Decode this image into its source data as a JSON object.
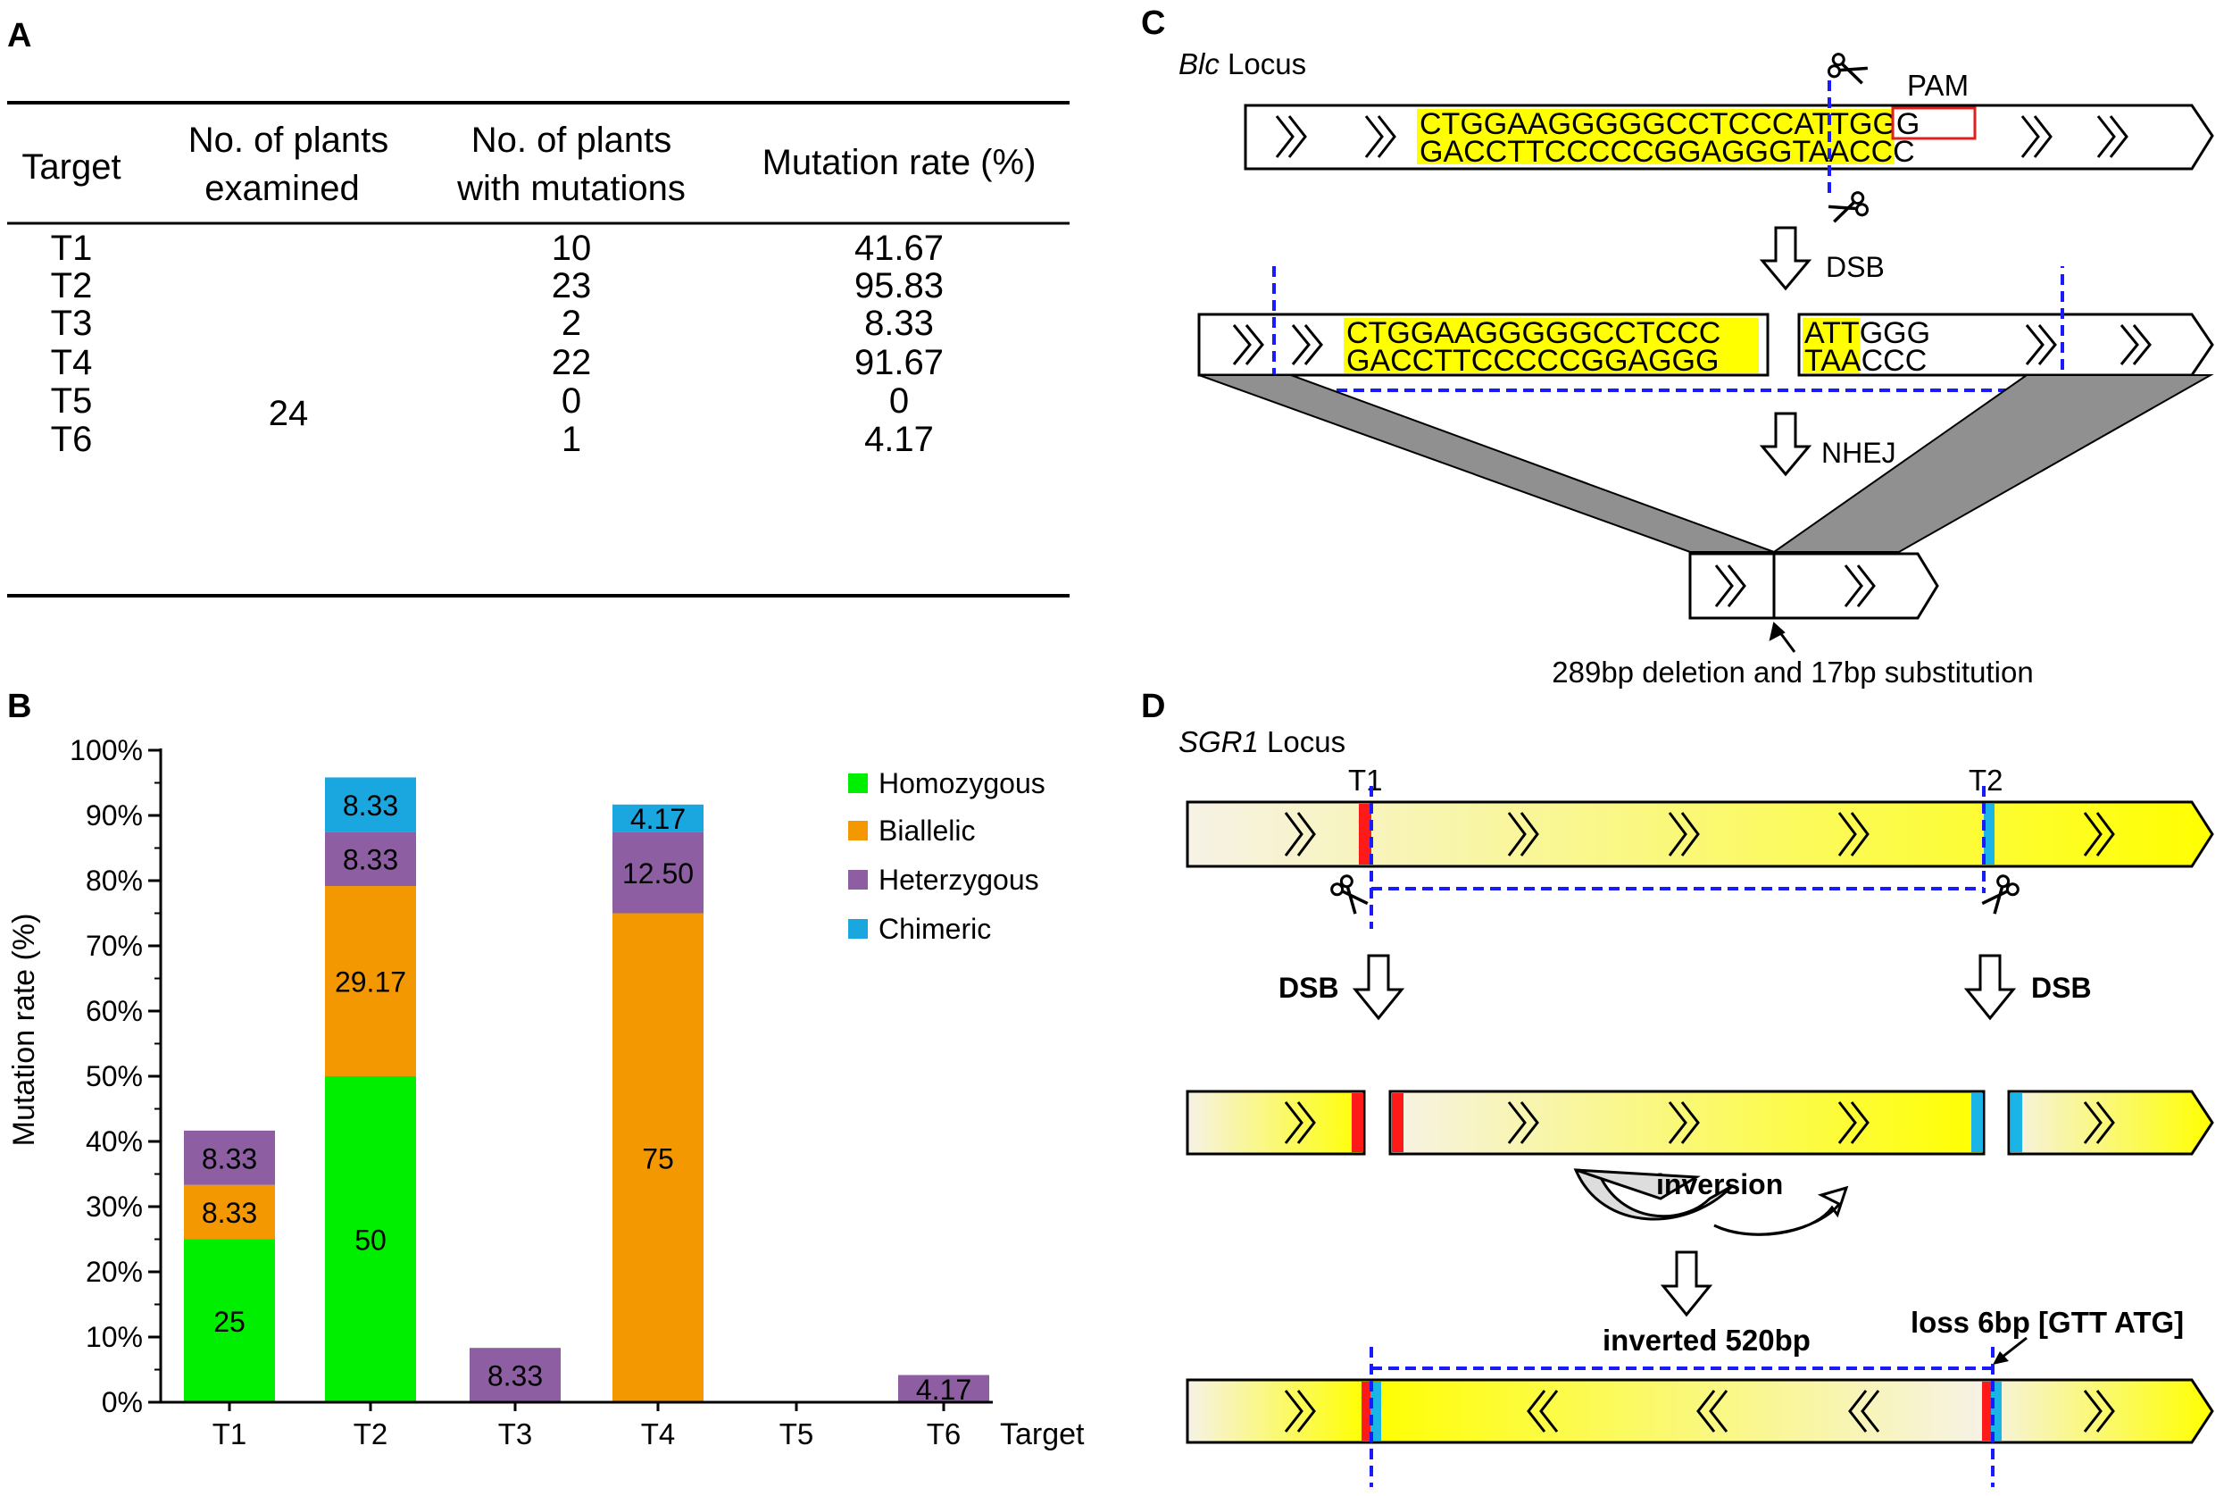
{
  "panels": {
    "a": "A",
    "b": "B",
    "c": "C",
    "d": "D"
  },
  "table": {
    "headers": [
      {
        "lines": [
          "Target"
        ]
      },
      {
        "lines": [
          "No. of plants",
          "examined"
        ]
      },
      {
        "lines": [
          "No. of plants",
          "with mutations"
        ]
      },
      {
        "lines": [
          "Mutation rate (%)"
        ]
      }
    ],
    "examined": "24",
    "rows": [
      {
        "target": "T1",
        "mutated": "10",
        "rate": "41.67"
      },
      {
        "target": "T2",
        "mutated": "23",
        "rate": "95.83"
      },
      {
        "target": "T3",
        "mutated": "2",
        "rate": "8.33"
      },
      {
        "target": "T4",
        "mutated": "22",
        "rate": "91.67"
      },
      {
        "target": "T5",
        "mutated": "0",
        "rate": "0"
      },
      {
        "target": "T6",
        "mutated": "1",
        "rate": "4.17"
      }
    ]
  },
  "chart_data": {
    "type": "bar",
    "stacked": true,
    "categories": [
      "T1",
      "T2",
      "T3",
      "T4",
      "T5",
      "T6"
    ],
    "series": [
      {
        "name": "Homozygous",
        "color": "#00ee00",
        "values": [
          25,
          50,
          0,
          0,
          0,
          0
        ]
      },
      {
        "name": "Biallelic",
        "color": "#f39800",
        "values": [
          8.33,
          29.17,
          0,
          75,
          0,
          0
        ]
      },
      {
        "name": "Heterzygous",
        "color": "#8e5ea2",
        "values": [
          8.33,
          8.33,
          8.33,
          12.5,
          0,
          4.17
        ]
      },
      {
        "name": "Chimeric",
        "color": "#1aa7e0",
        "values": [
          0,
          8.33,
          0,
          4.17,
          0,
          0
        ]
      }
    ],
    "value_labels": [
      [
        "25",
        "50",
        "",
        "",
        "",
        ""
      ],
      [
        "8.33",
        "29.17",
        "",
        "75",
        "",
        ""
      ],
      [
        "8.33",
        "8.33",
        "8.33",
        "12.50",
        "",
        "4.17"
      ],
      [
        "",
        "8.33",
        "",
        "4.17",
        "",
        ""
      ]
    ],
    "ylim": [
      0,
      100
    ],
    "yticks": [
      "0%",
      "10%",
      "20%",
      "30%",
      "40%",
      "50%",
      "60%",
      "70%",
      "80%",
      "90%",
      "100%"
    ],
    "xlabel": "Target",
    "ylabel": "Mutation rate (%)",
    "legend_position": "top-right",
    "grid": false
  },
  "panel_c": {
    "locus_italic": "Blc",
    "locus_rest": " Locus",
    "pam": "PAM",
    "top_hl": "CTGGAAGGGGGCCTCCCATT",
    "top_pam": "GGG",
    "bot_hl": "GACCTTCCCCCGGAGGGTAA",
    "bot_rest": "CCC",
    "left_top": "CTGGAAGGGGGCCTCCC",
    "left_bot": "GACCTTCCCCCGGAGGG",
    "right_top_hl": "ATT",
    "right_top_rest": "GGG",
    "right_bot_hl": "TAA",
    "right_bot_rest": "CCC",
    "dsb": "DSB",
    "nhej": "NHEJ",
    "result": "289bp deletion and 17bp substitution",
    "colors": {
      "highlight": "#ffff00",
      "cut": "#1a1aff",
      "pam_box": "#e02020",
      "shade": "#909090"
    }
  },
  "panel_d": {
    "locus_italic": "SGR1",
    "locus_rest": " Locus",
    "t1": "T1",
    "t2": "T2",
    "dsb_left": "DSB",
    "dsb_right": "DSB",
    "inversion": "inversion",
    "inverted": "inverted 520bp",
    "loss": "loss 6bp [GTT ATG]",
    "colors": {
      "gradient_start": "#f6f2e6",
      "gradient_end": "#ffff00",
      "t1_mark": "#ff1a1a",
      "t2_mark": "#1ab4e6"
    }
  }
}
